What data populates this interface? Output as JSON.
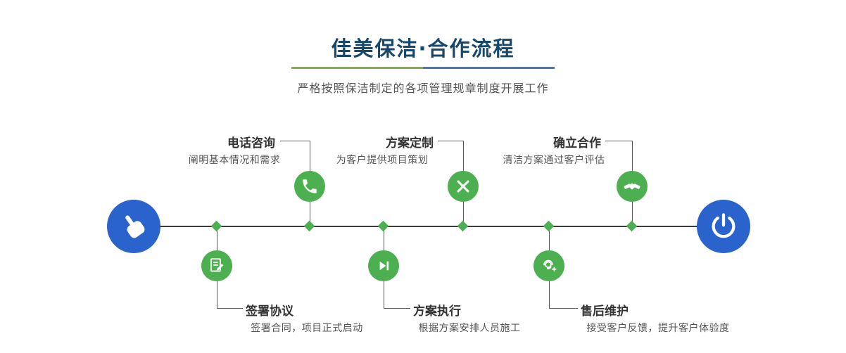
{
  "page": {
    "title": "佳美保洁·合作流程",
    "subtitle": "严格按照保洁制定的各项管理规章制度开展工作"
  },
  "colors": {
    "title_text": "#17476b",
    "accent_green": "#4caf50",
    "accent_blue": "#2a63cc",
    "divider_green": "#7cb342",
    "divider_blue": "#4577b8",
    "line_dark": "#3c3c3c",
    "line_mid": "#5a5a5a",
    "text_dark": "#333333",
    "text_muted": "#555555"
  },
  "timeline": {
    "start_icon": "pointer-hand-icon",
    "end_icon": "power-icon"
  },
  "steps": [
    {
      "title": "电话咨询",
      "desc": "阐明基本情况和需求",
      "icon": "phone-icon",
      "position": "top"
    },
    {
      "title": "方案定制",
      "desc": "为客户提供项目策划",
      "icon": "pencil-ruler-icon",
      "position": "top"
    },
    {
      "title": "确立合作",
      "desc": "清洁方案通过客户评估",
      "icon": "handshake-icon",
      "position": "top"
    },
    {
      "title": "签署协议",
      "desc": "签署合同，项目正式启动",
      "icon": "document-sign-icon",
      "position": "bottom"
    },
    {
      "title": "方案执行",
      "desc": "根据方案安排人员施工",
      "icon": "play-icon",
      "position": "bottom"
    },
    {
      "title": "售后维护",
      "desc": "接受客户反馈，提升客户体验度",
      "icon": "headset-icon",
      "position": "bottom"
    }
  ]
}
